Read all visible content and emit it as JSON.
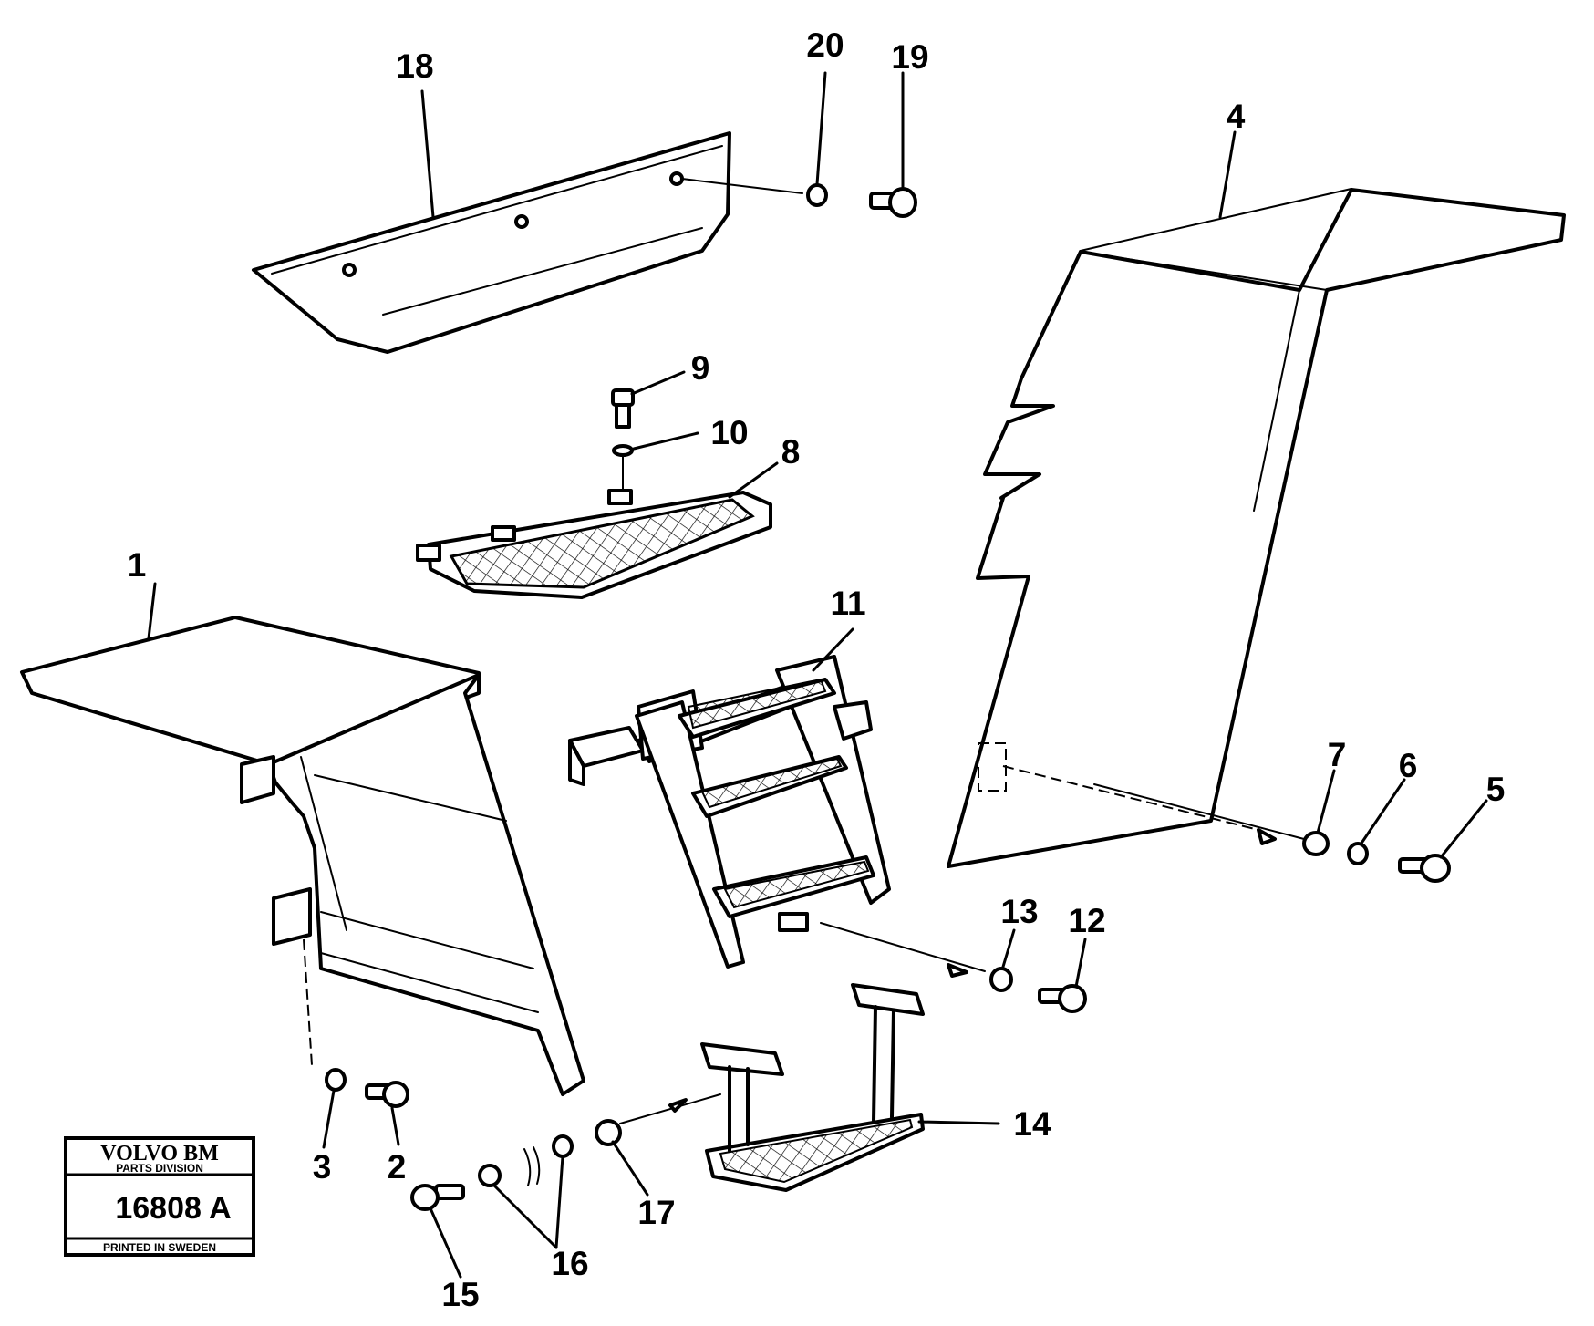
{
  "callouts": {
    "c1": "1",
    "c2": "2",
    "c3": "3",
    "c4": "4",
    "c5": "5",
    "c6": "6",
    "c7": "7",
    "c8": "8",
    "c9": "9",
    "c10": "10",
    "c11": "11",
    "c12": "12",
    "c13": "13",
    "c14": "14",
    "c15": "15",
    "c16": "16",
    "c17": "17",
    "c18": "18",
    "c19": "19",
    "c20": "20"
  },
  "badge": {
    "brand": "VOLVO BM",
    "division": "PARTS DIVISION",
    "number": "16808 A",
    "printed": "PRINTED IN SWEDEN"
  }
}
